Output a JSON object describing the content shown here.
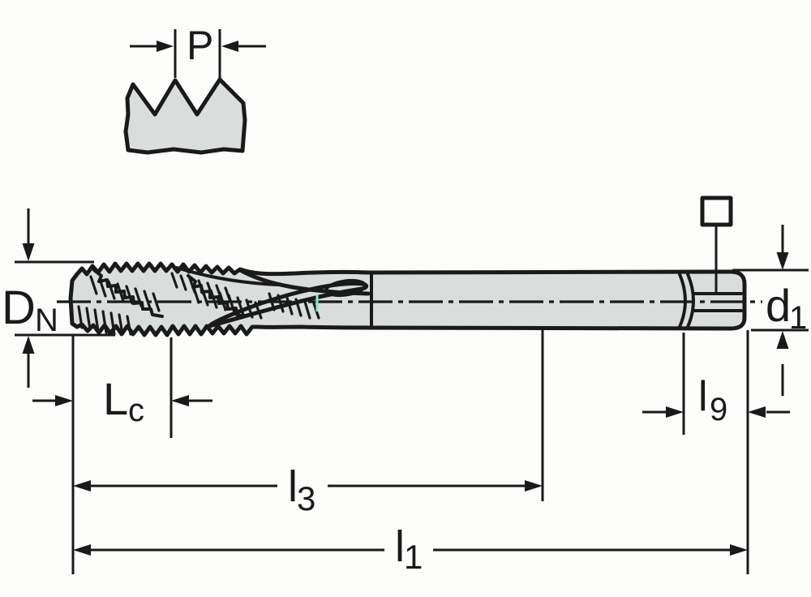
{
  "diagram": {
    "type": "technical-drawing",
    "subject": "machine tap side view with thread-profile detail and dimension callouts",
    "labels": {
      "pitch": "P",
      "dn": {
        "main": "D",
        "sub": "N"
      },
      "d1": {
        "main": "d",
        "sub": "1"
      },
      "lc": {
        "main": "L",
        "sub": "c"
      },
      "l9": {
        "main": "l",
        "sub": "9"
      },
      "l3": {
        "main": "l",
        "sub": "3"
      },
      "l1": {
        "main": "l",
        "sub": "1"
      }
    },
    "icons": {
      "square_drive": "square-drive-end-symbol"
    },
    "colors": {
      "line": "#1a1a1a",
      "body_fill": "#d9dedc",
      "background": "#fcfcfb",
      "accent_tick": "#8ae8c8"
    }
  }
}
